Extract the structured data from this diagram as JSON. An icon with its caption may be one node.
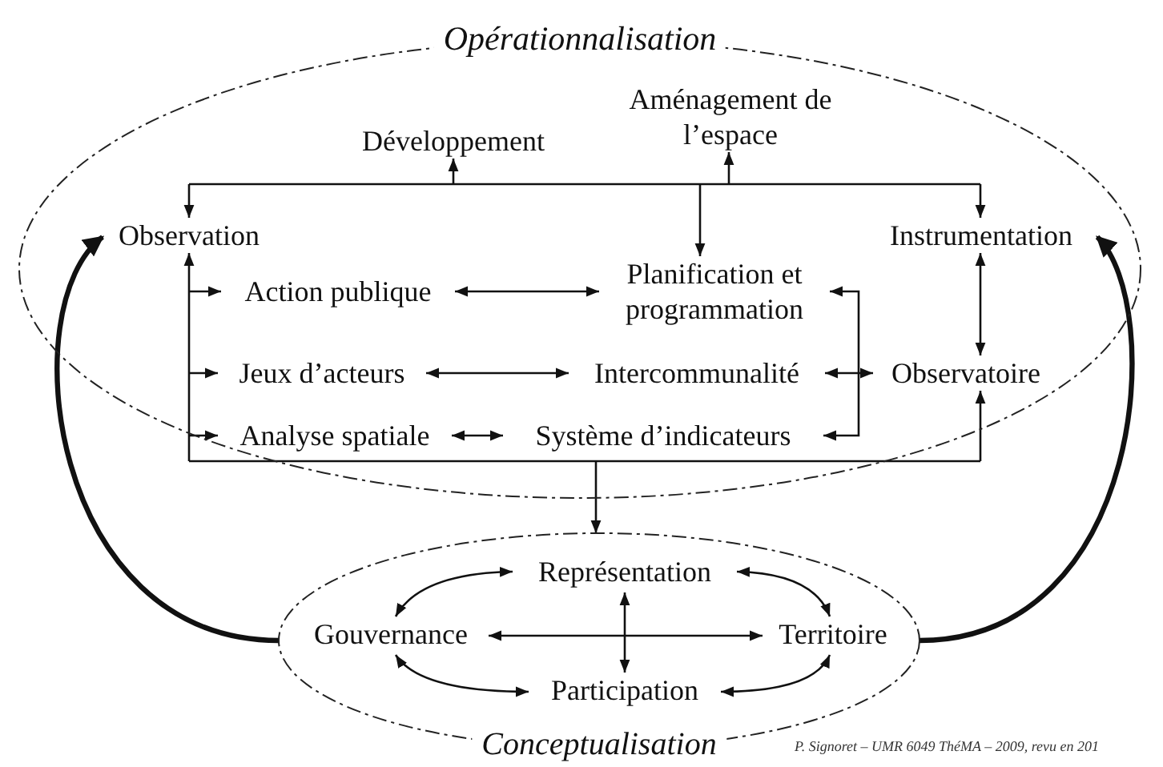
{
  "diagram": {
    "nodes": [
      {
        "text": [
          "Opérationnalisation"
        ]
      },
      {
        "text": [
          "Développement"
        ],
        "in": 0
      },
      {
        "text": [
          "Aménagement de l’espace"
        ],
        "in": 0
      },
      {
        "text": [
          "Observation"
        ],
        "in": 0
      },
      {
        "text": [
          "Instrumentation"
        ],
        "in": 0
      },
      {
        "text": [
          "Action publique"
        ],
        "in": 0
      },
      {
        "text": [
          "Planification et programmation"
        ],
        "in": 0
      },
      {
        "text": [
          "Jeux d’acteurs"
        ],
        "in": 0
      },
      {
        "text": [
          "Intercommunalité"
        ],
        "in": 0
      },
      {
        "text": [
          "Observatoire"
        ],
        "in": 0
      },
      {
        "text": [
          "Analyse spatiale"
        ],
        "in": 0
      },
      {
        "text": [
          "Système d’indicateurs"
        ],
        "in": 0
      },
      {
        "text": [
          "Conceptualisation"
        ]
      },
      {
        "text": [
          "Représentation"
        ],
        "in": 12
      },
      {
        "text": [
          "Gouvernance"
        ],
        "in": 12
      },
      {
        "text": [
          "Territoire"
        ],
        "in": 12
      },
      {
        "text": [
          "Participation"
        ],
        "in": 12
      }
    ],
    "edges": [
      {
        "from": null,
        "to": 1,
        "arrow": "to"
      },
      {
        "from": null,
        "to": 2,
        "arrow": "to"
      },
      {
        "from": null,
        "to": 3,
        "arrow": "to"
      },
      {
        "from": null,
        "to": 4,
        "arrow": "to"
      },
      {
        "from": null,
        "to": 6,
        "arrow": "to"
      },
      {
        "from": null,
        "to": 3,
        "arrow": "to"
      },
      {
        "from": null,
        "to": 5,
        "arrow": "to"
      },
      {
        "from": null,
        "to": 7,
        "arrow": "to"
      },
      {
        "from": null,
        "to": 10,
        "arrow": "to"
      },
      {
        "from": null,
        "to": 9,
        "arrow": "to"
      },
      {
        "from": null,
        "to": 12,
        "arrow": "to"
      },
      {
        "from": 5,
        "to": 6,
        "arrow": "both"
      },
      {
        "from": 7,
        "to": 8,
        "arrow": "both"
      },
      {
        "from": 10,
        "to": 11,
        "arrow": "both"
      },
      {
        "from": 6,
        "to": 11,
        "arrow": "both"
      },
      {
        "from": 8,
        "to": 9,
        "arrow": "both"
      },
      {
        "from": 4,
        "to": 9,
        "arrow": "both"
      },
      {
        "from": 12,
        "to": 3,
        "arrow": "to",
        "style": "thick"
      },
      {
        "from": 12,
        "to": 4,
        "arrow": "to",
        "style": "thick"
      },
      {
        "from": 14,
        "to": 13,
        "arrow": "both"
      },
      {
        "from": 13,
        "to": 15,
        "arrow": "both"
      },
      {
        "from": 14,
        "to": 16,
        "arrow": "both"
      },
      {
        "from": 16,
        "to": 15,
        "arrow": "both"
      },
      {
        "from": 14,
        "to": 15,
        "arrow": "both"
      },
      {
        "from": 13,
        "to": 16,
        "arrow": "both"
      }
    ],
    "labels": [
      "P. Signoret – UMR 6049 ThéMA – 2009, revu en 201"
    ]
  }
}
